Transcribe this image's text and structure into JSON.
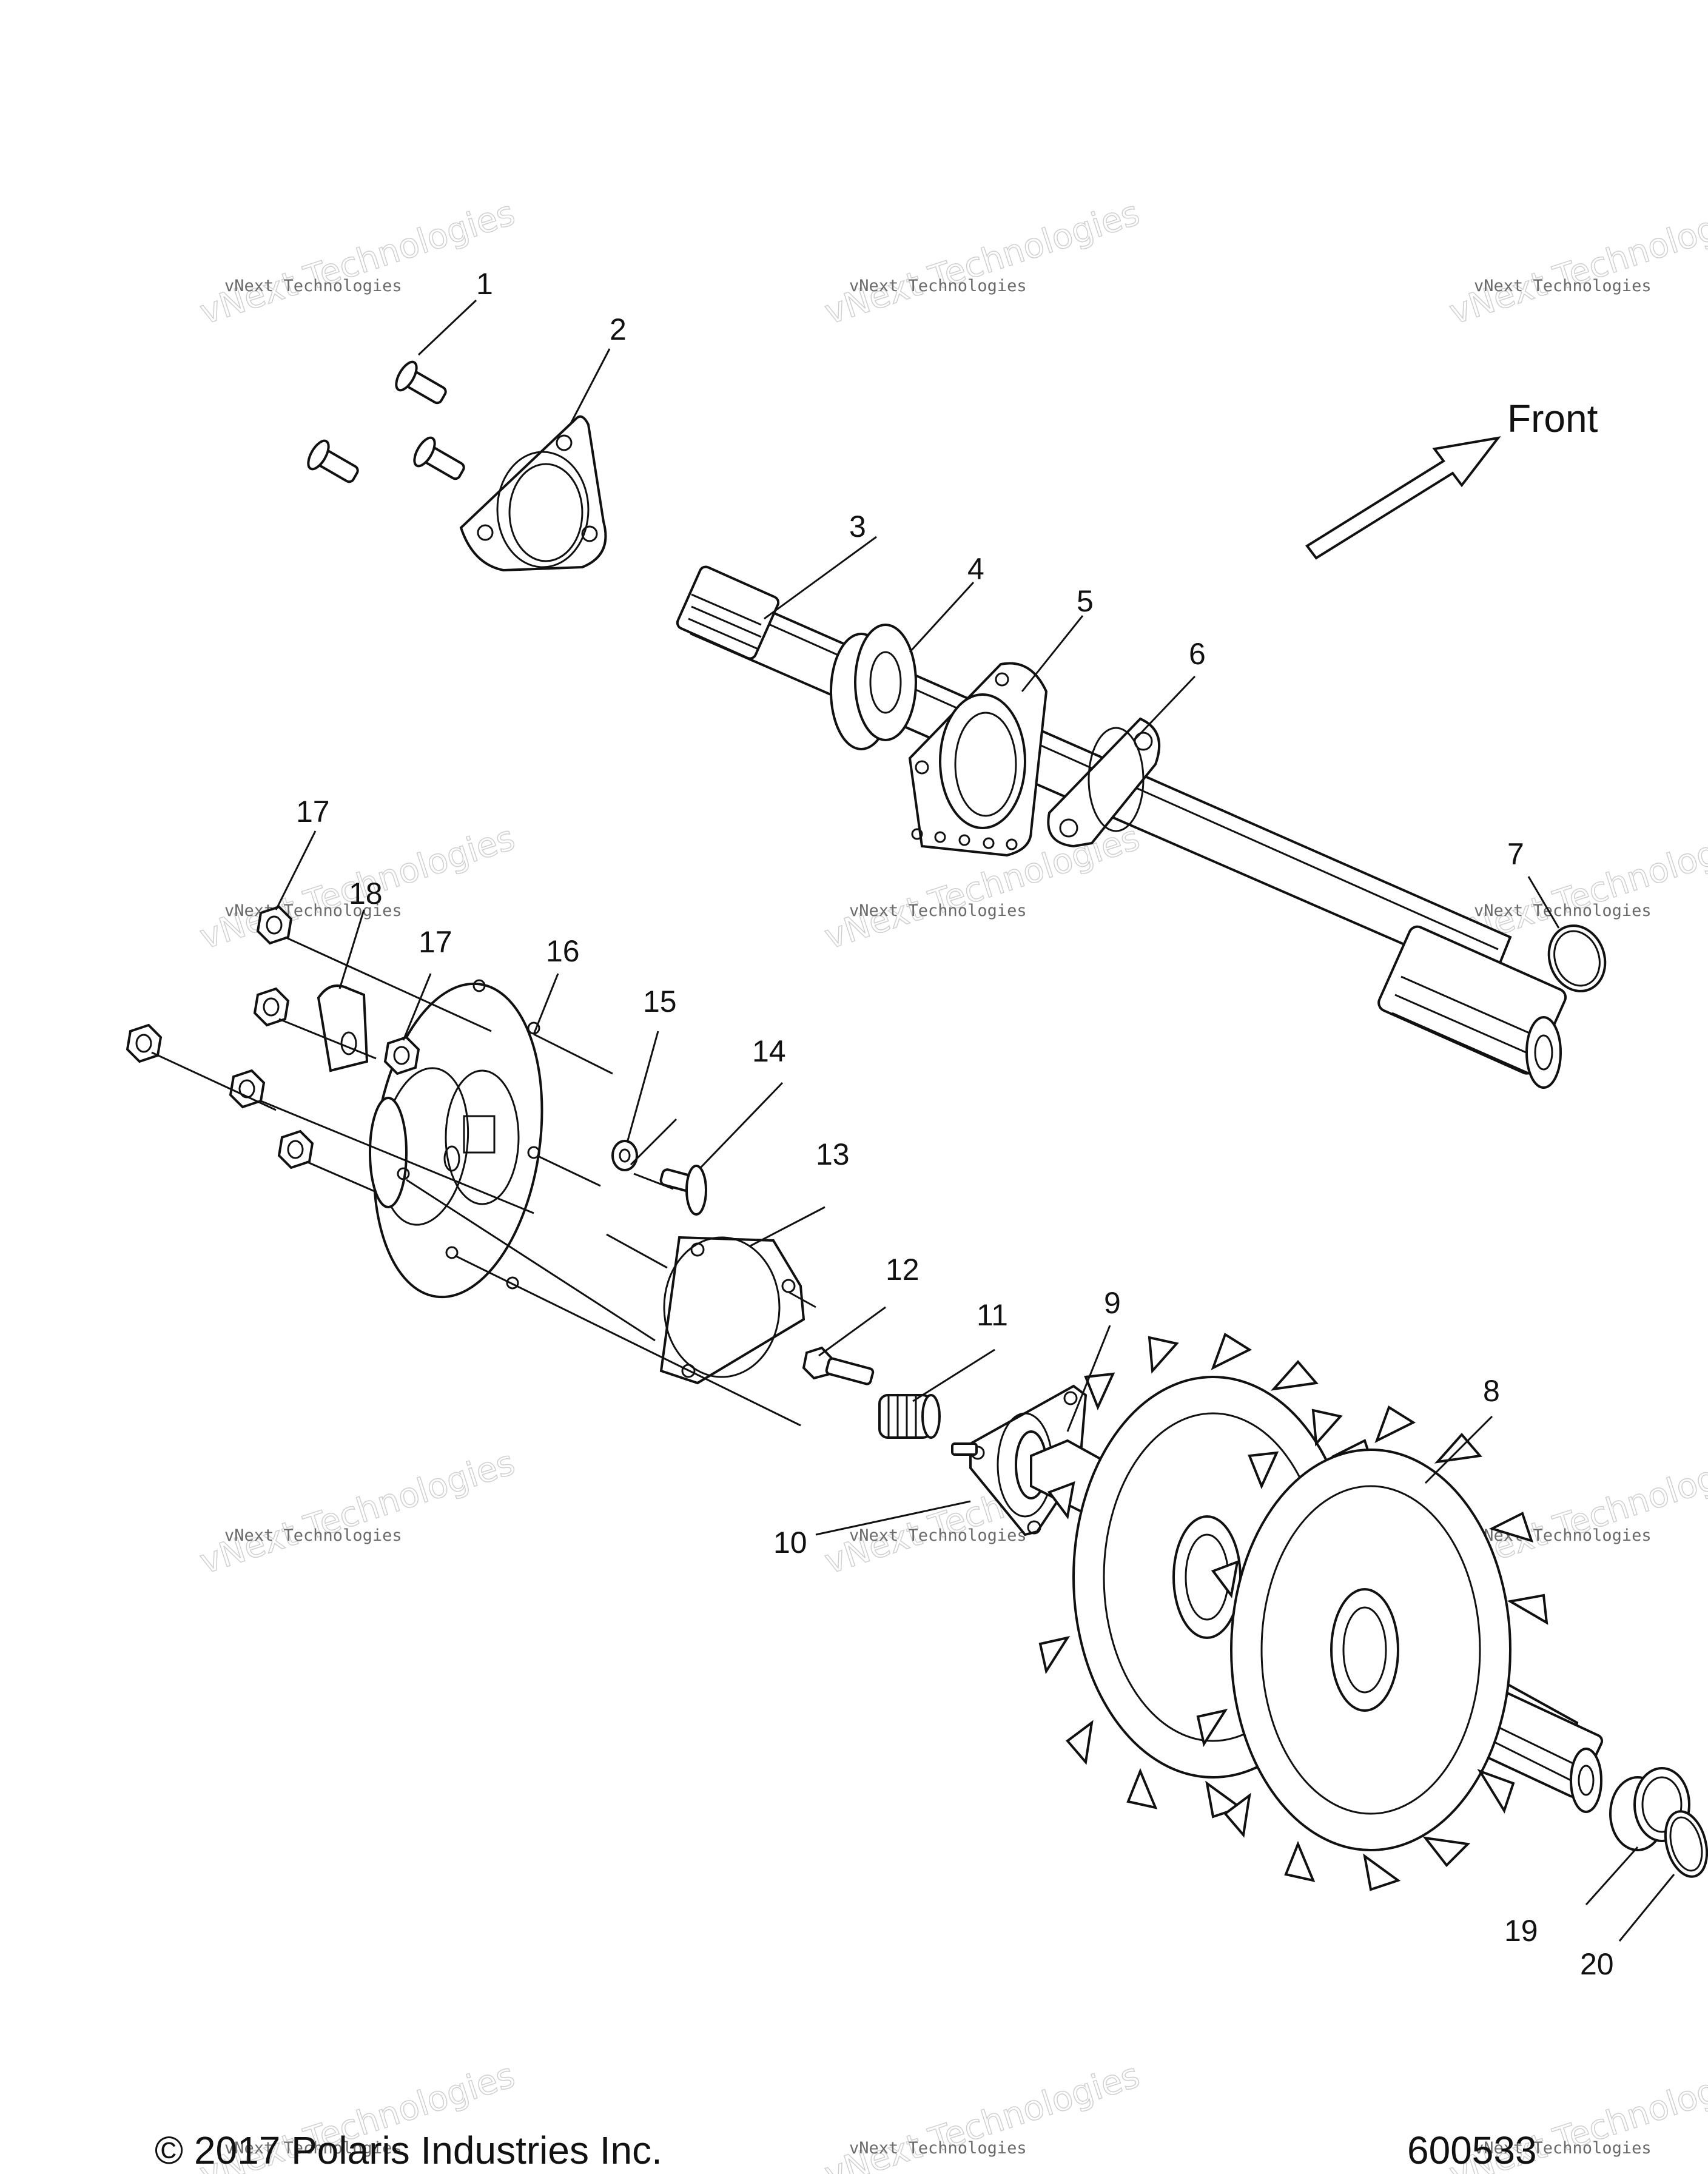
{
  "front_label": "Front",
  "callouts": [
    "1",
    "2",
    "3",
    "4",
    "5",
    "6",
    "7",
    "8",
    "9",
    "10",
    "11",
    "12",
    "13",
    "14",
    "15",
    "16",
    "17",
    "17",
    "18",
    "19",
    "20"
  ],
  "watermark": {
    "line1": "vNext Technologies",
    "line2": "vNext Technologies"
  },
  "footer": {
    "copyright": "© 2017 Polaris Industries Inc.",
    "figure_number": "600533"
  }
}
